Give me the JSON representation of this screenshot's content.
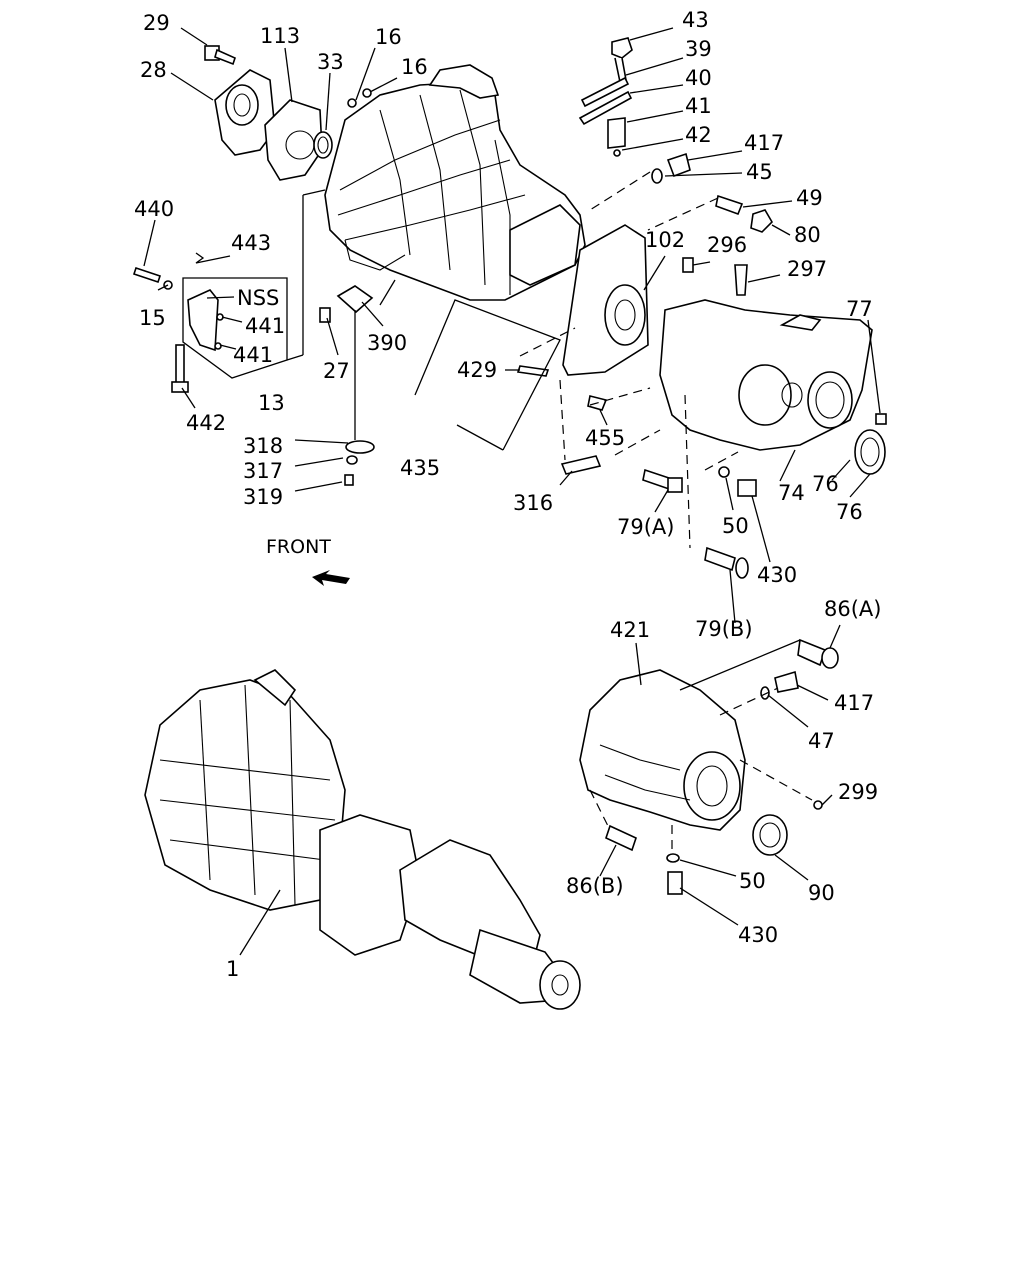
{
  "front_label": "FRONT",
  "labels": {
    "l29": "29",
    "l28": "28",
    "l113": "113",
    "l33": "33",
    "l16a": "16",
    "l16b": "16",
    "l440": "440",
    "l443": "443",
    "l15": "15",
    "lNSS": "NSS",
    "l441a": "441",
    "l441b": "441",
    "l442": "442",
    "l13": "13",
    "l27": "27",
    "l390": "390",
    "l318": "318",
    "l317": "317",
    "l319": "319",
    "l435": "435",
    "l43": "43",
    "l39": "39",
    "l40": "40",
    "l41": "41",
    "l42": "42",
    "l417a": "417",
    "l45": "45",
    "l49": "49",
    "l80": "80",
    "l102": "102",
    "l296": "296",
    "l297": "297",
    "l77": "77",
    "l429": "429",
    "l455": "455",
    "l316": "316",
    "l79a": "79(A)",
    "l50a": "50",
    "l430a": "430",
    "l74": "74",
    "l76a": "76",
    "l76b": "76",
    "l79b": "79(B)",
    "l421": "421",
    "l86a": "86(A)",
    "l417b": "417",
    "l47": "47",
    "l299": "299",
    "l86b": "86(B)",
    "l50b": "50",
    "l90": "90",
    "l430b": "430",
    "l1": "1"
  }
}
